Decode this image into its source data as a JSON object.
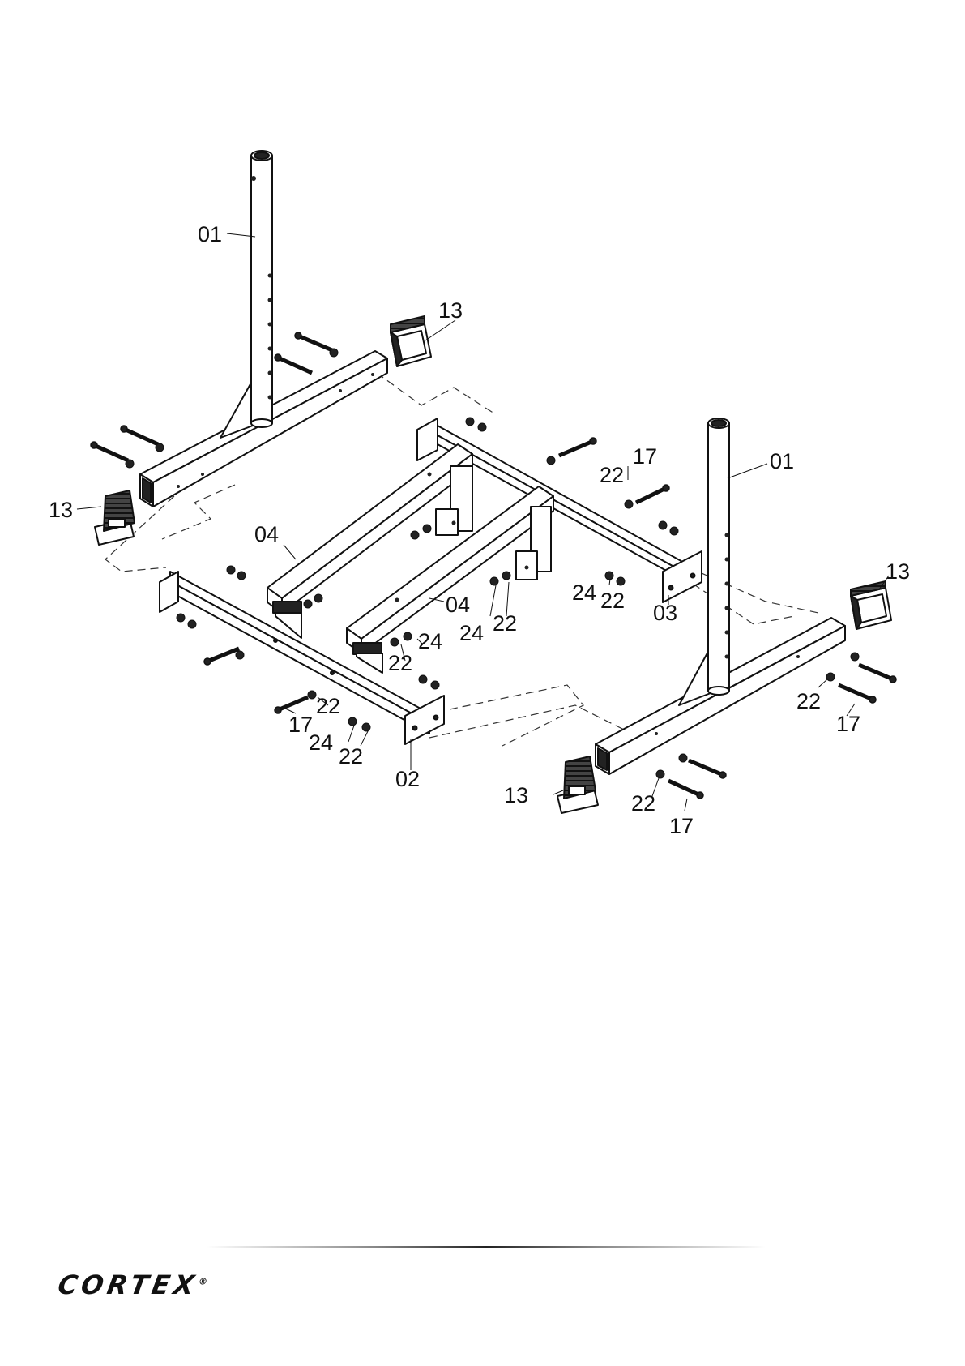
{
  "labels": {
    "upright_left": "01",
    "upright_right": "01",
    "foot_top_left": "13",
    "foot_left": "13",
    "foot_right": "13",
    "foot_bottom": "13",
    "crossbar_front": "02",
    "crossbar_back": "03",
    "support_top": "04",
    "support_bottom": "04",
    "bolt_17_a": "17",
    "washer_22_a": "22",
    "bolt_17_b": "17",
    "washer_22_b": "22",
    "washer_22_c": "22",
    "bolt_17_c": "17",
    "nut_24_a": "24",
    "washer_22_d": "22",
    "nut_24_b": "24",
    "washer_22_e": "22",
    "nut_24_c": "24",
    "washer_22_f": "22",
    "washer_22_g": "22",
    "bolt_17_d": "17",
    "nut_24_d": "24",
    "washer_22_h": "22"
  },
  "brand": {
    "name": "CORTEX",
    "mark": "®"
  }
}
